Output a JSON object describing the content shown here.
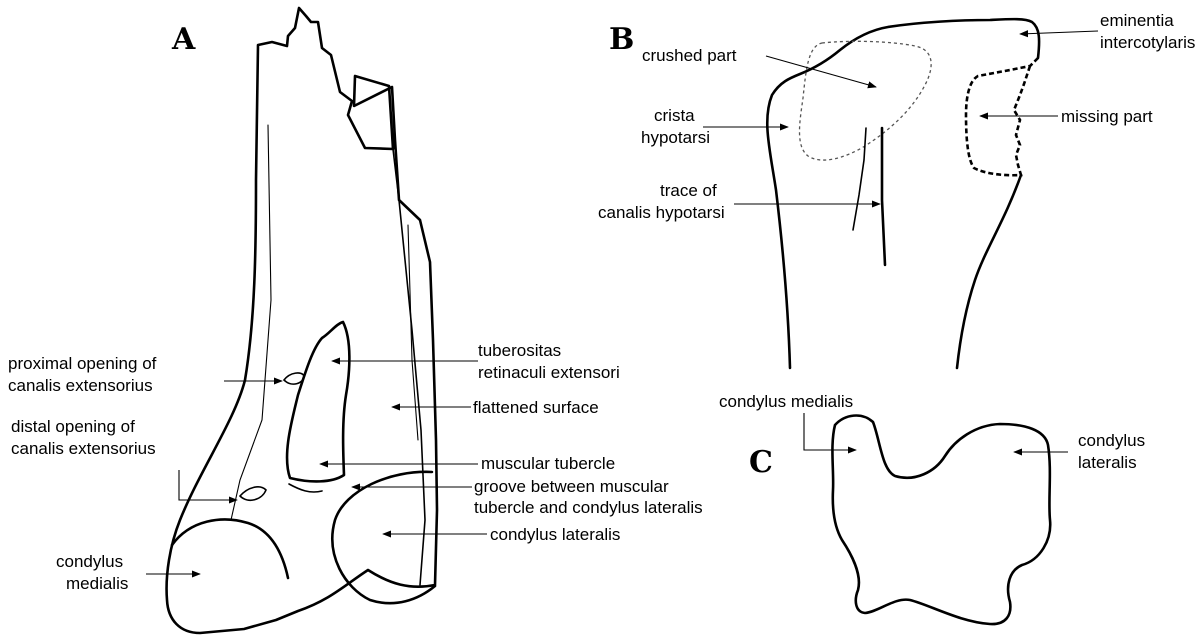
{
  "panels": {
    "a": "A",
    "b": "B",
    "c": "C"
  },
  "labels": {
    "proximal_opening": [
      "proximal opening of",
      "canalis extensorius"
    ],
    "distal_opening": [
      "distal opening of",
      "canalis extensorius"
    ],
    "condylus_medialis_a": [
      "condylus",
      "medialis"
    ],
    "tuberositas": [
      "tuberositas",
      "retinaculi extensori"
    ],
    "flattened_surface": [
      "flattened surface"
    ],
    "muscular_tubercle": [
      "muscular tubercle"
    ],
    "groove": [
      "groove between muscular",
      "tubercle and condylus lateralis"
    ],
    "condylus_lateralis_a": [
      "condylus lateralis"
    ],
    "crushed_part": [
      "crushed part"
    ],
    "crista_hypotarsi": [
      "crista",
      "hypotarsi"
    ],
    "trace_canalis": [
      "trace of",
      "canalis hypotarsi"
    ],
    "eminentia": [
      "eminentia",
      "intercotylaris"
    ],
    "missing_part": [
      "missing part"
    ],
    "condylus_medialis_c": [
      "condylus medialis"
    ],
    "condylus_lateralis_c": [
      "condylus",
      "lateralis"
    ]
  }
}
